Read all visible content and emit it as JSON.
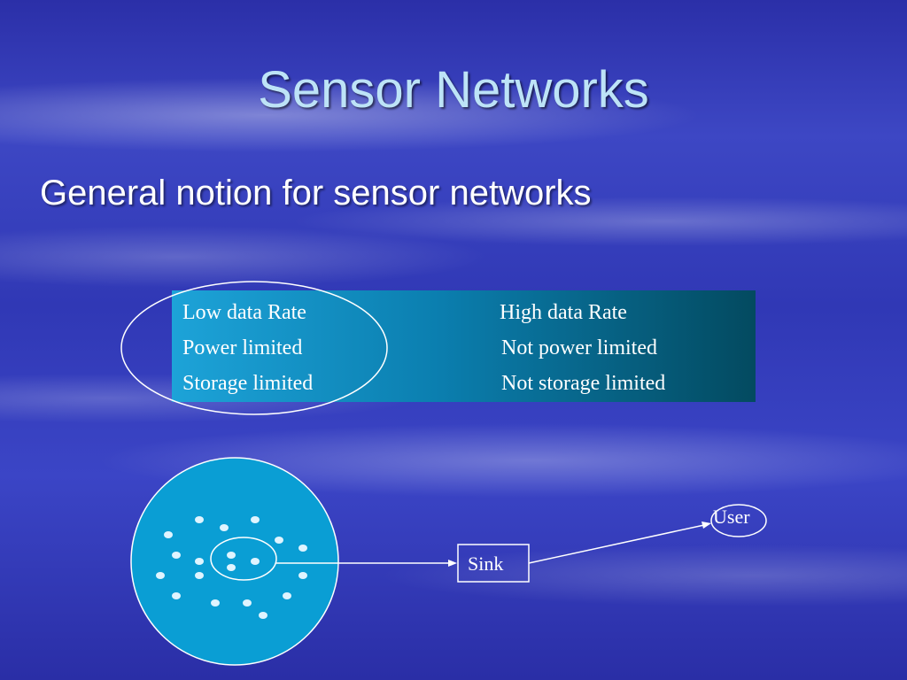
{
  "slide": {
    "title": "Sensor Networks",
    "subtitle": "General notion for sensor networks"
  },
  "comparison": {
    "left": [
      "Low data Rate",
      "Power limited",
      "Storage limited"
    ],
    "right": [
      "High data Rate",
      "Not power limited",
      "Not storage limited"
    ]
  },
  "diagram": {
    "sink_label": "Sink",
    "user_label": "User"
  },
  "colors": {
    "title": "#bde3f7",
    "box_start": "#1da3d8",
    "box_end": "#034a60",
    "field": "#0a9ed4"
  }
}
